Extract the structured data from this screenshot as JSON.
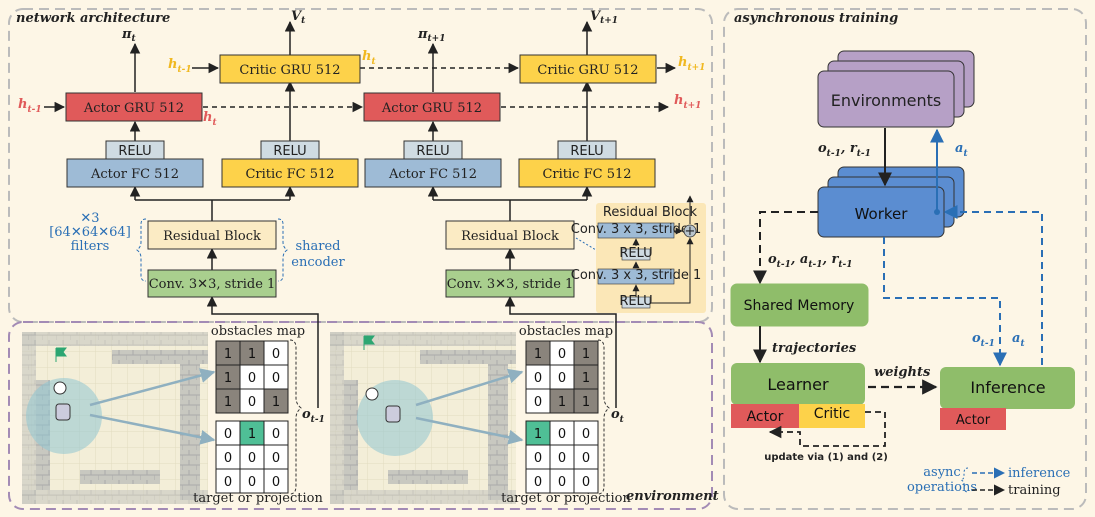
{
  "sections": {
    "network_title": "network architecture",
    "async_title": "asynchronous training",
    "environment_title": "environment"
  },
  "net": {
    "actor_gru": "Actor GRU 512",
    "critic_gru": "Critic GRU 512",
    "actor_fc": "Actor FC 512",
    "critic_fc": "Critic FC 512",
    "relu": "RELU",
    "residual_block": "Residual Block",
    "conv": "Conv. 3✕3, stride 1",
    "filters_line1": "✕3",
    "filters_line2": "[64✕64✕64]",
    "filters_line3": "filters",
    "shared_line1": "shared",
    "shared_line2": "encoder",
    "pi_t": "π",
    "pi_t_sub": "t",
    "pi_t1_sub": "t+1",
    "v": "V",
    "v_t_sub": "t",
    "v_t1_sub": "t+1",
    "h": "h",
    "h_tm1_sub": "t-1",
    "h_t_sub": "t",
    "h_t1_sub": "t+1"
  },
  "residual_detail": {
    "title": "Residual Block",
    "conv1": "Conv. 3 x 3, stride 1",
    "conv2": "Conv. 3 x 3, stride 1",
    "relu": "RELU",
    "plus": "+"
  },
  "environment": {
    "obstacles_label": "obstacles map",
    "target_label": "target or projection",
    "obstacles_t1": [
      [
        "1",
        "1",
        "0"
      ],
      [
        "1",
        "0",
        "0"
      ],
      [
        "1",
        "0",
        "1"
      ]
    ],
    "target_t1": [
      [
        "0",
        "1",
        "0"
      ],
      [
        "0",
        "0",
        "0"
      ],
      [
        "0",
        "0",
        "0"
      ]
    ],
    "obstacles_t": [
      [
        "1",
        "0",
        "1"
      ],
      [
        "0",
        "0",
        "1"
      ],
      [
        "0",
        "1",
        "1"
      ]
    ],
    "target_t": [
      [
        "1",
        "0",
        "0"
      ],
      [
        "0",
        "0",
        "0"
      ],
      [
        "0",
        "0",
        "0"
      ]
    ],
    "o": "o",
    "o_tm1_sub": "t-1",
    "o_t_sub": "t"
  },
  "async": {
    "environments": "Environments",
    "worker": "Worker",
    "shared_memory": "Shared Memory",
    "learner": "Learner",
    "actor": "Actor",
    "critic": "Critic",
    "inference": "Inference",
    "inference_actor": "Actor",
    "obs_reward": "o",
    "obs_reward_subs": [
      "t-1",
      "t-1"
    ],
    "a_t": "a",
    "a_t_sub": "t",
    "triplet": "o",
    "trajectories": "trajectories",
    "weights": "weights",
    "update": "update via (1) and (2)",
    "legend_async_line1": "async",
    "legend_async_line2": "operations",
    "legend_inference": "inference",
    "legend_training": "training"
  },
  "colors": {
    "red": "#e05a5a",
    "yellow": "#fdd24a",
    "blue": "#9ebbd6",
    "green": "#8fbd6a",
    "purple": "#b6a0c6",
    "worker_blue": "#5b8dd1",
    "accent_blue": "#2a6fb5"
  }
}
